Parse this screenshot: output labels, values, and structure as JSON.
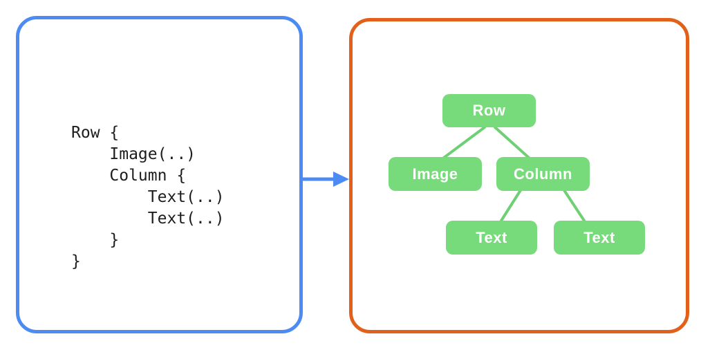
{
  "left_panel": {
    "code": "Row {\n    Image(..)\n    Column {\n        Text(..)\n        Text(..)\n    }\n}"
  },
  "right_panel": {
    "tree": {
      "nodes": [
        {
          "id": "row",
          "label": "Row"
        },
        {
          "id": "image",
          "label": "Image"
        },
        {
          "id": "column",
          "label": "Column"
        },
        {
          "id": "text1",
          "label": "Text"
        },
        {
          "id": "text2",
          "label": "Text"
        }
      ],
      "edges": [
        {
          "from": "row",
          "to": "image"
        },
        {
          "from": "row",
          "to": "column"
        },
        {
          "from": "column",
          "to": "text1"
        },
        {
          "from": "column",
          "to": "text2"
        }
      ]
    }
  },
  "colors": {
    "code_panel_border": "#4c8bf3",
    "tree_panel_border": "#e2601a",
    "arrow": "#4c8bf3",
    "node_fill": "#77da7b",
    "node_text": "#ffffff",
    "edge_line": "#6fcf75",
    "code_text": "#1d1d1d",
    "background": "#ffffff"
  }
}
